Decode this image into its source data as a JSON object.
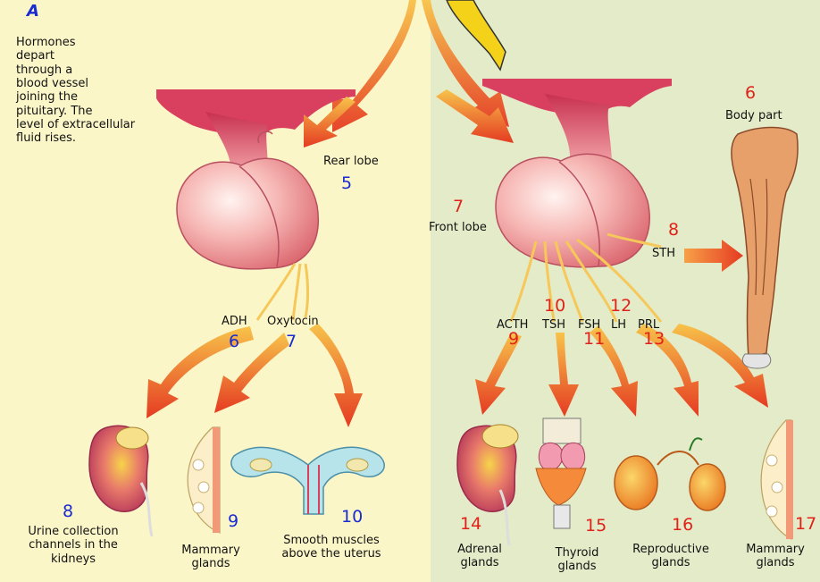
{
  "panel_letter": "A",
  "intro_text": [
    "Hormones",
    "depart",
    "through a",
    "blood vessel",
    "joining the",
    "pituitary. The",
    "level of extracellular",
    "fluid rises."
  ],
  "lobes": {
    "rear": {
      "label": "Rear lobe",
      "number": "5"
    },
    "front": {
      "label": "Front lobe",
      "number": "7"
    }
  },
  "body_part": {
    "number": "6",
    "label": "Body part"
  },
  "rear_hormones": [
    {
      "name": "ADH",
      "number": "6"
    },
    {
      "name": "Oxytocin",
      "number": "7"
    }
  ],
  "front_hormones": [
    {
      "name": "ACTH",
      "number": "9"
    },
    {
      "name": "TSH",
      "number": "10"
    },
    {
      "name": "FSH",
      "number": "11"
    },
    {
      "name": "LH",
      "number": "12"
    },
    {
      "name": "PRL",
      "number": "13"
    }
  ],
  "sth": {
    "name": "STH",
    "number": "8"
  },
  "left_targets": [
    {
      "number": "8",
      "label": [
        "Urine collection",
        "channels in the",
        "kidneys"
      ]
    },
    {
      "number": "9",
      "label": [
        "Mammary",
        "glands"
      ]
    },
    {
      "number": "10",
      "label": [
        "Smooth muscles",
        "above the uterus"
      ]
    }
  ],
  "right_targets": [
    {
      "number": "14",
      "label": [
        "Adrenal",
        "glands"
      ]
    },
    {
      "number": "15",
      "label": [
        "Thyroid",
        "glands"
      ]
    },
    {
      "number": "16",
      "label": [
        "Reproductive",
        "glands"
      ]
    },
    {
      "number": "17",
      "label": [
        "Mammary",
        "glands"
      ]
    }
  ],
  "colors": {
    "left_background": "#fbf6c8",
    "right_background": "#e3ebc8",
    "left_numbers": "#1a2bd0",
    "right_numbers": "#e0221a",
    "arrows": "#e8542a",
    "gland": "#f0a0a2",
    "hypothalamus": "#d94060"
  }
}
